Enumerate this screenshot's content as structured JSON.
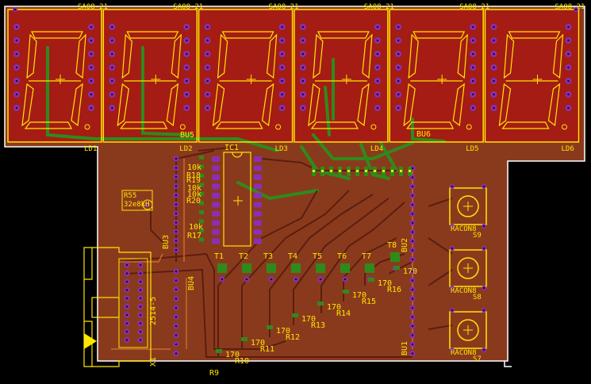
{
  "colors": {
    "background": "#000000",
    "board": "#8a3a1c",
    "top_copper": "#a41c14",
    "green_trace": "#2f8a1c",
    "bottom_trace": "#b0561f",
    "pad": "#8c2eb5",
    "silk": "#ffe600",
    "outline": "#ffffff"
  },
  "displays": [
    {
      "value": "SA08-21",
      "ref": "LD1"
    },
    {
      "value": "SA08-21",
      "ref": "LD2"
    },
    {
      "value": "SA08-21",
      "ref": "LD3"
    },
    {
      "value": "SA08-21",
      "ref": "LD4"
    },
    {
      "value": "SA08-21",
      "ref": "LD5"
    },
    {
      "value": "SA08-21",
      "ref": "LD6"
    }
  ],
  "labels": {
    "ic1": "IC1",
    "bu5": "BU5",
    "bu6": "BU6",
    "bu4": "BU4",
    "bu3": "BU3",
    "bu2": "BU2",
    "bu1": "BU1",
    "x1": "X1",
    "x1_value": "2514-5",
    "r55": "R55",
    "r55_value": "32e8kH",
    "r17": "R17",
    "r17_value": "10k",
    "r18_value": "10k",
    "r19_value": "10k",
    "r20_value": "10k",
    "r18": "R18",
    "r19": "R19",
    "r20": "R20"
  },
  "transistors": [
    "T1",
    "T2",
    "T3",
    "T4",
    "T5",
    "T6",
    "T7",
    "T8"
  ],
  "resistors": [
    {
      "ref": "R9",
      "value": "170"
    },
    {
      "ref": "R10",
      "value": "170"
    },
    {
      "ref": "R11",
      "value": "170"
    },
    {
      "ref": "R12",
      "value": "170"
    },
    {
      "ref": "R13",
      "value": "170"
    },
    {
      "ref": "R14",
      "value": "170"
    },
    {
      "ref": "R15",
      "value": "170"
    },
    {
      "ref": "R16",
      "value": "170"
    }
  ],
  "buttons": [
    {
      "value": "RACON8",
      "ref": "S9"
    },
    {
      "value": "RACON8",
      "ref": "S8"
    },
    {
      "value": "RACON8",
      "ref": "S7"
    }
  ]
}
